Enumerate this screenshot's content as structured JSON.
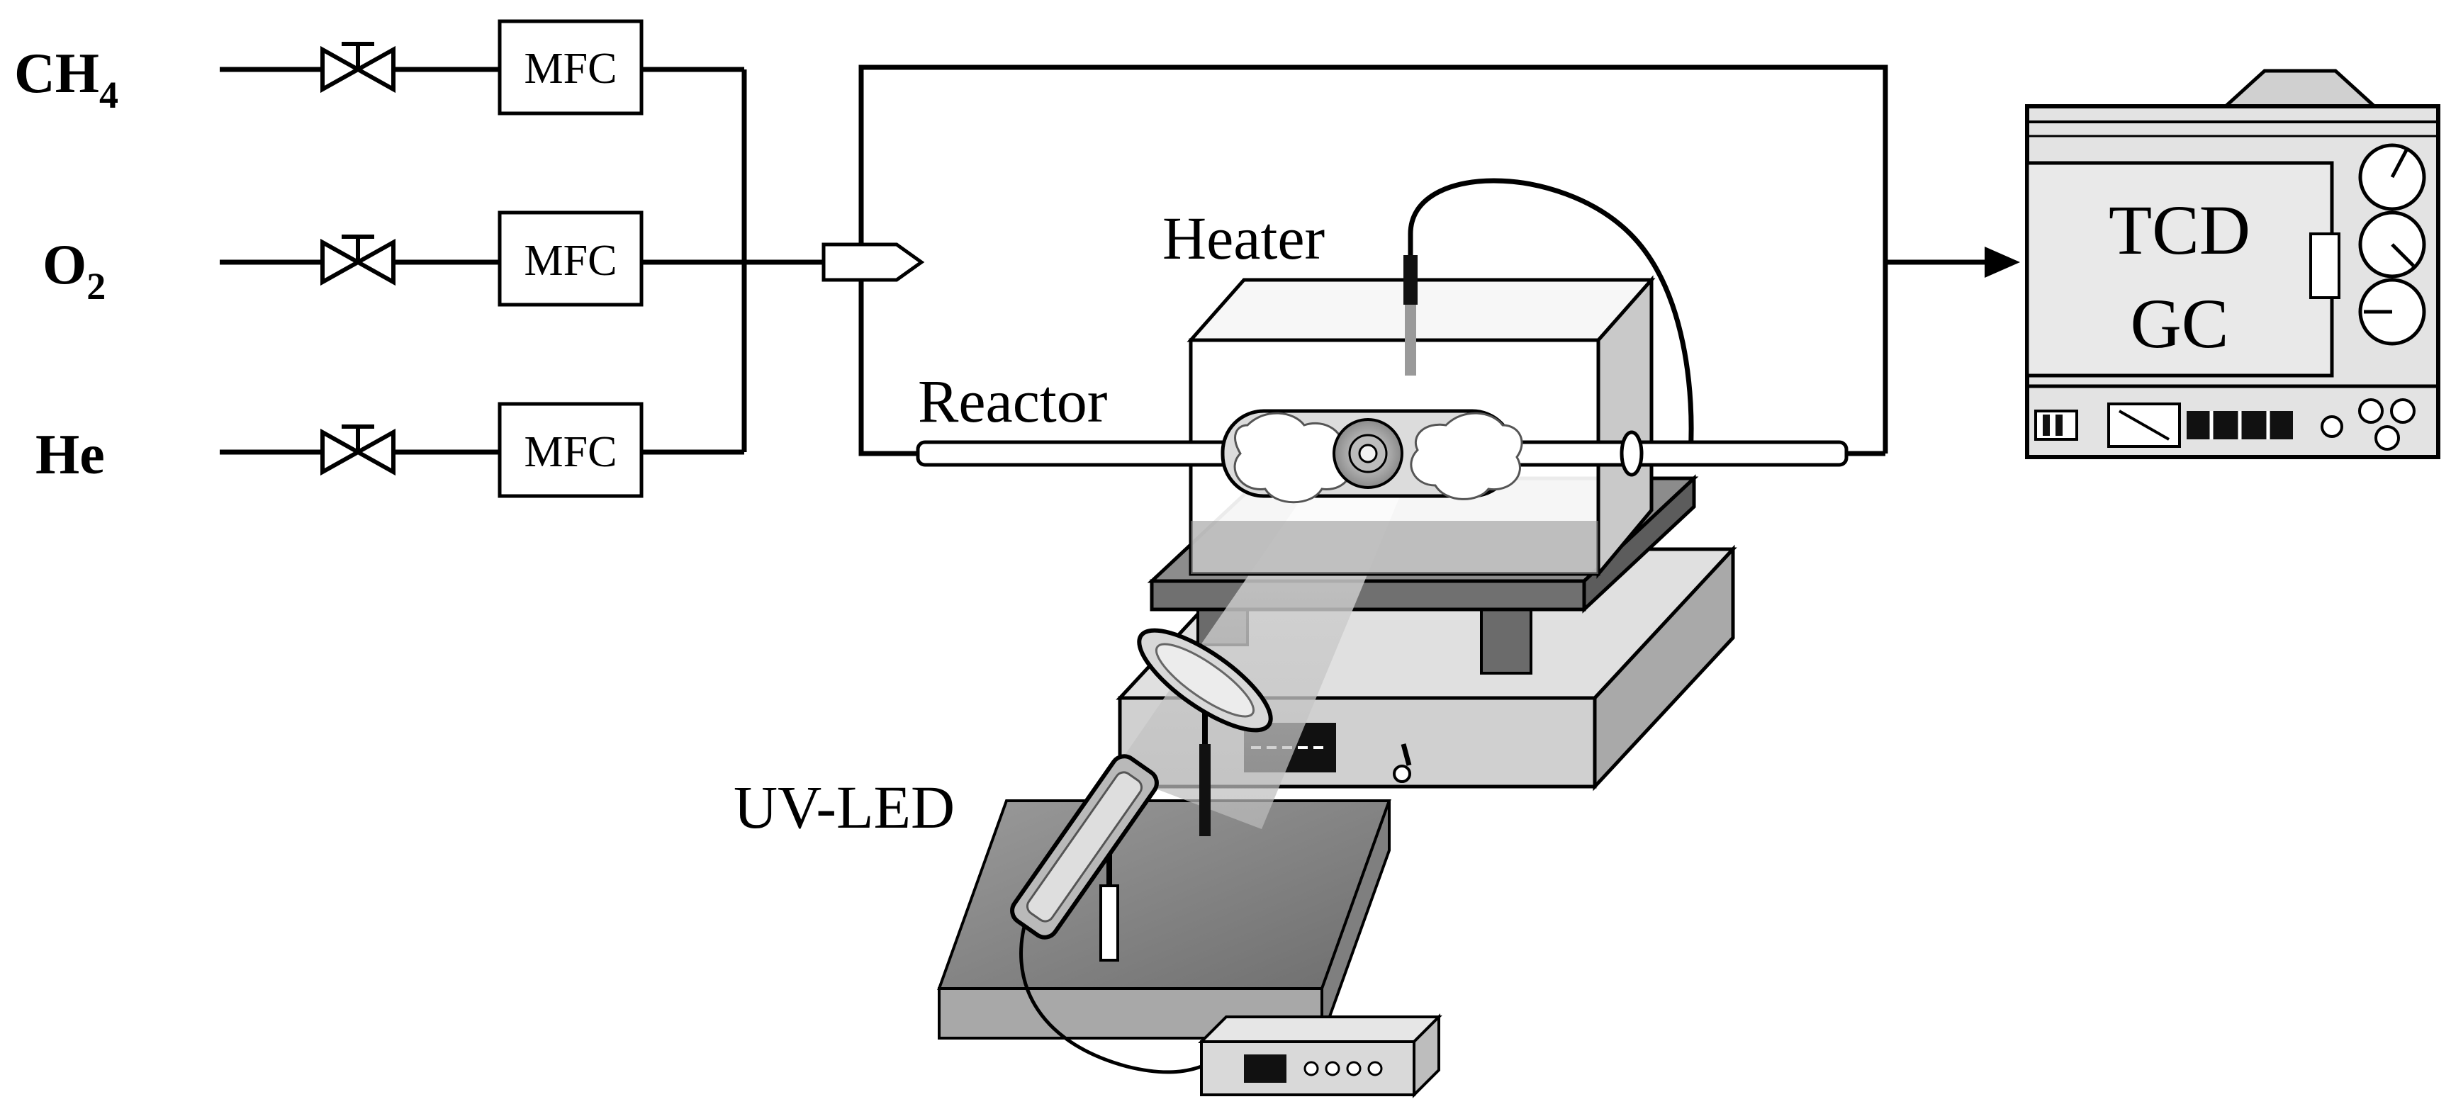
{
  "gases": [
    {
      "symbol": "CH",
      "subscript": "4"
    },
    {
      "symbol": "O",
      "subscript": "2"
    },
    {
      "symbol": "He",
      "subscript": ""
    }
  ],
  "mfc_label": "MFC",
  "labels": {
    "heater": "Heater",
    "reactor": "Reactor",
    "uv_led": "UV-LED"
  },
  "detector": {
    "line1": "TCD",
    "line2": "GC"
  }
}
